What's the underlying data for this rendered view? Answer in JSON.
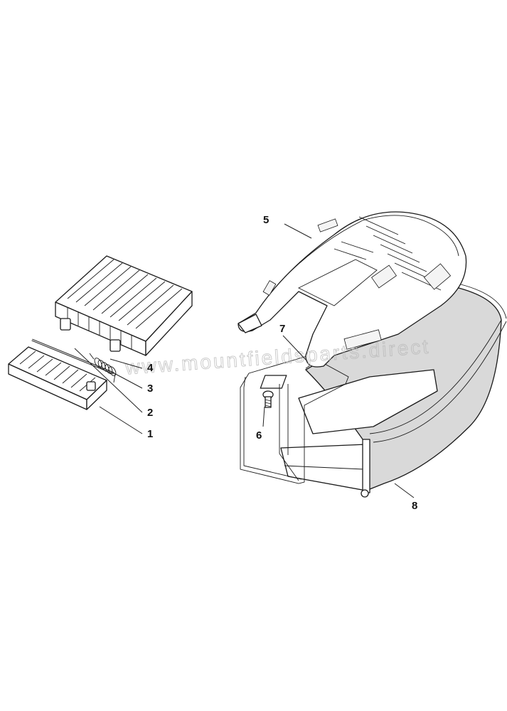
{
  "callouts": [
    {
      "id": "1",
      "label": "1"
    },
    {
      "id": "2",
      "label": "2"
    },
    {
      "id": "3",
      "label": "3"
    },
    {
      "id": "4",
      "label": "4"
    },
    {
      "id": "5",
      "label": "5"
    },
    {
      "id": "6",
      "label": "6"
    },
    {
      "id": "7",
      "label": "7"
    },
    {
      "id": "8",
      "label": "8"
    }
  ],
  "watermark": "www.mountfieldsparts.direct",
  "colors": {
    "line": "#1a1a1a",
    "bag_fill": "#d9d9d9",
    "background": "#ffffff",
    "watermark": "#b8b8b8"
  }
}
